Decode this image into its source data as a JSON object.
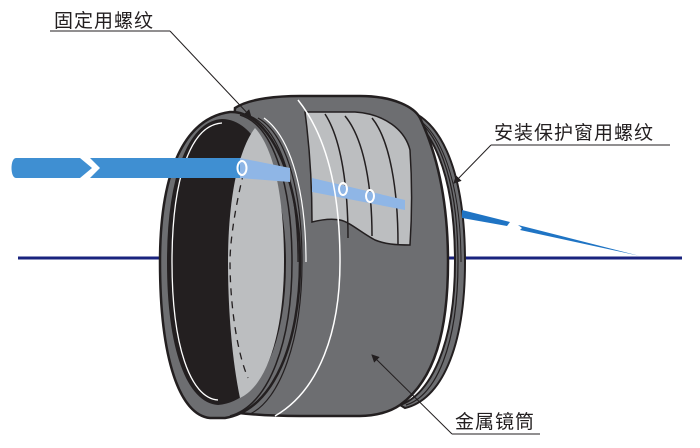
{
  "labels": {
    "fixing_thread": "固定用螺纹",
    "window_thread": "安装保护窗用螺纹",
    "metal_barrel": "金属镜筒"
  },
  "colors": {
    "barrel_dark": "#6d6e71",
    "barrel_outline": "#231f20",
    "inner_light": "#bcbec0",
    "inner_black": "#231f20",
    "beam_blue": "#3f8fd2",
    "beam_light": "#8fb6e6",
    "axis_line": "#1a237e",
    "leader_line": "#231f20"
  }
}
